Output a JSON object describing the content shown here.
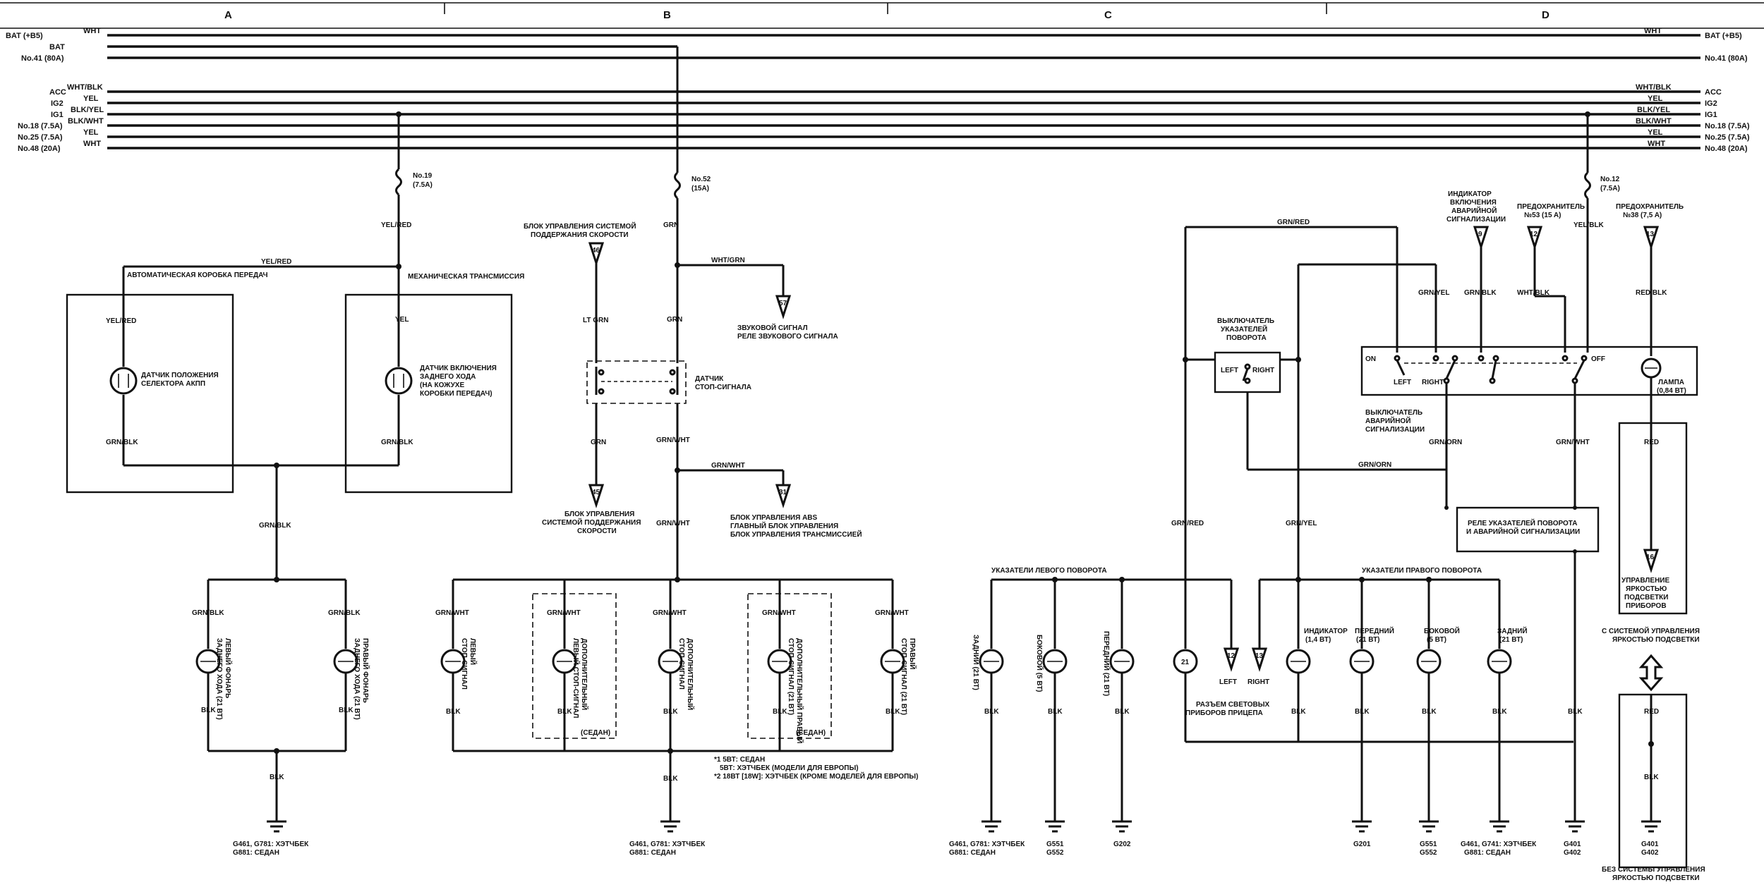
{
  "columns": [
    "A",
    "B",
    "C",
    "D"
  ],
  "bus_left": {
    "rows": [
      {
        "source": "BAT (+B5)",
        "color": "WHT"
      },
      {
        "source": "BAT",
        "color": ""
      },
      {
        "source": "No.41 (80A)",
        "color": ""
      },
      {
        "source": "ACC",
        "color": "WHT/BLK"
      },
      {
        "source": "IG2",
        "color": "YEL"
      },
      {
        "source": "IG1",
        "color": "BLK/YEL"
      },
      {
        "source": "No.18 (7.5A)",
        "color": "BLK/WHT"
      },
      {
        "source": "No.25 (7.5A)",
        "color": "YEL"
      },
      {
        "source": "No.48 (20A)",
        "color": "WHT"
      }
    ]
  },
  "bus_right": {
    "rows": [
      {
        "source": "BAT (+B5)",
        "color": "WHT"
      },
      {
        "source": "No.41 (80A)",
        "color": ""
      },
      {
        "source": "ACC",
        "color": "WHT/BLK"
      },
      {
        "source": "IG2",
        "color": "YEL"
      },
      {
        "source": "IG1",
        "color": "BLK/YEL"
      },
      {
        "source": "No.18 (7.5A)",
        "color": "BLK/WHT"
      },
      {
        "source": "No.25 (7.5A)",
        "color": "YEL"
      },
      {
        "source": "No.48 (20A)",
        "color": "WHT"
      }
    ]
  },
  "section_a": {
    "fuse": "No.19",
    "fuse_rating": "(7.5A)",
    "wire_yel_red": "YEL/RED",
    "auto_trans": "АВТОМАТИЧЕСКАЯ КОРОБКА ПЕРЕДАЧ",
    "manual_trans": "МЕХАНИЧЕСКАЯ ТРАНСМИССИЯ",
    "auto_wire_top": "YEL/RED",
    "manual_wire_top": "YEL",
    "auto_sensor": [
      "ДАТЧИК ПОЛОЖЕНИЯ",
      "СЕЛЕКТОРА АКПП"
    ],
    "manual_sensor": [
      "ДАТЧИК ВКЛЮЧЕНИЯ",
      "ЗАДНЕГО ХОДА",
      "(НА КОЖУХЕ",
      "КОРОБКИ ПЕРЕДАЧ)"
    ],
    "auto_wire_bottom": "GRN/BLK",
    "manual_wire_bottom": "GRN/BLK",
    "common_wire": "GRN/BLK",
    "left_wire": "GRN/BLK",
    "right_wire": "GRN/BLK",
    "left_lamp": [
      "ЛЕВЫЙ ФОНАРЬ",
      "ЗАДНЕГО ХОДА (21 ВТ)"
    ],
    "right_lamp": [
      "ПРАВЫЙ ФОНАРЬ",
      "ЗАДНЕГО ХОДА (21 ВТ)"
    ],
    "left_blk": "BLK",
    "right_blk": "BLK",
    "ground_blk": "BLK",
    "ground_text": [
      "G461, G781: ХЭТЧБЕК",
      "G881: СЕДАН"
    ]
  },
  "section_b": {
    "fuse": "No.52",
    "fuse_rating": "(15A)",
    "wire_grn_top": "GRN",
    "cruise_block": [
      "БЛОК УПРАВЛЕНИЯ СИСТЕМОЙ",
      "ПОДДЕРЖАНИЯ СКОРОСТИ"
    ],
    "connector_top": "46",
    "horn_wire": "WHT/GRN",
    "horn_connector": "57",
    "horn_text": [
      "ЗВУКОВОЙ СИГНАЛ",
      "РЕЛЕ ЗВУКОВОГО СИГНАЛА"
    ],
    "lt_grn": "LT GRN",
    "wire_grn_mid": "GRN",
    "stop_switch": [
      "ДАТЧИК",
      "СТОП-СИГНАЛА"
    ],
    "wire_grn_left": "GRN",
    "wire_grn_wht_mid": "GRN/WHT",
    "wire_grn_wht_branch": "GRN/WHT",
    "cruise_bottom_connector": "45",
    "cruise_bottom": [
      "БЛОК УПРАВЛЕНИЯ",
      "СИСТЕМОЙ ПОДДЕРЖАНИЯ",
      "СКОРОСТИ"
    ],
    "abs_connector": "31",
    "abs_text": [
      "БЛОК УПРАВЛЕНИЯ ABS",
      "ГЛАВНЫЙ БЛОК УПРАВЛЕНИЯ",
      "БЛОК УПРАВЛЕНИЯ ТРАНСМИССИЕЙ"
    ],
    "wire_grn_wht_low": "GRN/WHT",
    "lamps": [
      {
        "wire": "GRN/WHT",
        "name": [
          "ЛЕВЫЙ",
          "СТОП-СИГНАЛ"
        ],
        "blk": "BLK",
        "note": ""
      },
      {
        "wire": "GRN/WHT",
        "name": [
          "ДОПОЛНИТЕЛЬНЫЙ",
          "ЛЕВЫЙ СТОП-СИГНАЛ"
        ],
        "blk": "BLK",
        "note": "(СЕДАН)"
      },
      {
        "wire": "GRN/WHT",
        "name": [
          "ДОПОЛНИТЕЛЬНЫЙ",
          "СТОП-СИГНАЛ"
        ],
        "blk": "BLK",
        "note": ""
      },
      {
        "wire": "GRN/WHT",
        "name": [
          "ДОПОЛНИТЕЛЬНЫЙ ПРАВЫЙ",
          "СТОП-СИГНАЛ (21 ВТ)"
        ],
        "blk": "BLK",
        "note": "(СЕДАН)"
      },
      {
        "wire": "GRN/WHT",
        "name": [
          "ПРАВЫЙ",
          "СТОП-СИГНАЛ (21 ВТ)"
        ],
        "blk": "BLK",
        "note": ""
      }
    ],
    "ground_blk": "BLK",
    "lamp_notes": [
      "*1 5ВТ: СЕДАН",
      "5ВТ: ХЭТЧБЕК (МОДЕЛИ ДЛЯ ЕВРОПЫ)",
      "*2 18ВТ [18W]: ХЭТЧБЕК (КРОМЕ МОДЕЛЕЙ ДЛЯ ЕВРОПЫ)"
    ],
    "ground_text": [
      "G461, G781: ХЭТЧБЕК",
      "G881: СЕДАН"
    ]
  },
  "section_c": {
    "left_turn_title": "УКАЗАТЕЛИ ЛЕВОГО ПОВОРОТА",
    "left_lamps": [
      {
        "name": "ЗАДНИЙ (21 ВТ)",
        "blk": "BLK"
      },
      {
        "name": "БОКОВОЙ (5 ВТ)",
        "blk": "BLK"
      },
      {
        "name": "ПЕРЕДНИЙ (21 ВТ)",
        "blk": "BLK"
      }
    ],
    "ground_left": [
      "G461, G781: ХЭТЧБЕК",
      "G881: СЕДАН"
    ],
    "ground_mid": [
      "G551",
      "G552"
    ],
    "ground_right": "G202",
    "wire_grn_red": "GRN/RED",
    "wire_grn_yel": "GRN/YEL",
    "trailer_connector_left": "12",
    "trailer_connector_right": "13",
    "trailer_left": "LEFT",
    "trailer_right": "RIGHT",
    "trailer_text": [
      "РАЗЪЕМ СВЕТОВЫХ",
      "ПРИБОРОВ ПРИЦЕПА"
    ],
    "indicator_left": "21",
    "switch_title": [
      "ВЫКЛЮЧАТЕЛЬ",
      "УКАЗАТЕЛЕЙ",
      "ПОВОРОТА"
    ],
    "switch_left": "LEFT",
    "switch_right": "RIGHT",
    "right_turn_title": "УКАЗАТЕЛИ ПРАВОГО ПОВОРОТА",
    "right_lamps": [
      {
        "name": [
          "ИНДИКАТОР",
          "(1,4 ВТ)"
        ],
        "blk": "BLK"
      },
      {
        "name": [
          "ПЕРЕДНИЙ",
          "(21 ВТ)"
        ],
        "blk": "BLK"
      },
      {
        "name": [
          "БОКОВОЙ",
          "(5 ВТ)"
        ],
        "blk": "BLK"
      },
      {
        "name": [
          "ЗАДНИЙ",
          "(21 ВТ)"
        ],
        "blk": "BLK"
      }
    ],
    "ground_r1": "G201",
    "ground_r2": [
      "G551",
      "G552"
    ],
    "ground_r3": [
      "G461, G741: ХЭТЧБЕК",
      "G881: СЕДАН"
    ]
  },
  "section_d": {
    "fuse": "No.12",
    "fuse_rating": "(7.5A)",
    "wire_grn_red_top": "GRN/RED",
    "wire_yel_blk": "YEL/BLK",
    "hazard_indicator": [
      "ИНДИКАТОР",
      "ВКЛЮЧЕНИЯ",
      "АВАРИЙНОЙ",
      "СИГНАЛИЗАЦИИ"
    ],
    "connector_9": "9",
    "fuse_label": [
      "ПРЕДОХРАНИТЕЛЬ",
      "№53 (15 A)"
    ],
    "connector_12": "12",
    "fuse_label2": [
      "ПРЕДОХРАНИТЕЛЬ",
      "№38 (7,5 A)"
    ],
    "connector_13": "13",
    "wire_grn_yel": "GRN/YEL",
    "wire_grn_blk": "GRN/BLK",
    "wire_wht_blk": "WHT/BLK",
    "wire_red_blk": "RED/BLK",
    "switch_on": "ON",
    "switch_off": "OFF",
    "switch_left": "LEFT",
    "switch_right": "RIGHT",
    "lamp": [
      "ЛАМПА",
      "(0,84 ВТ)"
    ],
    "hazard_switch": [
      "ВЫКЛЮЧАТЕЛЬ",
      "АВАРИЙНОЙ",
      "СИГНАЛИЗАЦИИ"
    ],
    "wire_grn_orn": "GRN/ORN",
    "wire_grn_wht": "GRN/WHT",
    "wire_red": "RED",
    "wire_grn_orn_mid": "GRN/ORN",
    "relay": [
      "РЕЛЕ УКАЗАТЕЛЕЙ ПОВОРОТА",
      "И АВАРИЙНОЙ СИГНАЛИЗАЦИИ"
    ],
    "connector_16": "16",
    "brightness": [
      "УПРАВЛЕНИЕ",
      "ЯРКОСТЬЮ",
      "ПОДСВЕТКИ",
      "ПРИБОРОВ"
    ],
    "with_system": [
      "С СИСТЕМОЙ УПРАВЛЕНИЯ",
      "ЯРКОСТЬЮ ПОДСВЕТКИ"
    ],
    "wire_red_low": "RED",
    "wire_blk_low": "BLK",
    "wire_blk_relay": "BLK",
    "ground_relay": [
      "G401",
      "G402"
    ],
    "ground_lamp": [
      "G401",
      "G402"
    ],
    "without_system": [
      "БЕЗ СИСТЕМЫ УПРАВЛЕНИЯ",
      "ЯРКОСТЬЮ ПОДСВЕТКИ"
    ]
  }
}
